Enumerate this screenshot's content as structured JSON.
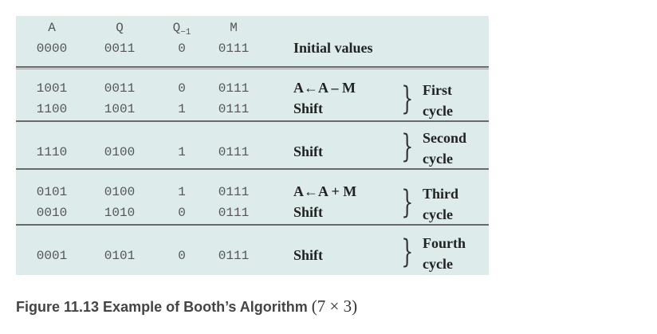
{
  "headers": {
    "a": "A",
    "q": "Q",
    "q_minus_1": "Q",
    "q_minus_1_sub": "−1",
    "m": "M"
  },
  "initial": {
    "a": "0000",
    "q": "0011",
    "q1": "0",
    "m": "0111",
    "op": "Initial values"
  },
  "cycles": [
    {
      "label1": "First",
      "label2": "cycle",
      "rows": [
        {
          "a": "1001",
          "q": "0011",
          "q1": "0",
          "m": "0111",
          "op": "A←A – M"
        },
        {
          "a": "1100",
          "q": "1001",
          "q1": "1",
          "m": "0111",
          "op": "Shift"
        }
      ]
    },
    {
      "label1": "Second",
      "label2": "cycle",
      "rows": [
        {
          "a": "1110",
          "q": "0100",
          "q1": "1",
          "m": "0111",
          "op": "Shift"
        }
      ]
    },
    {
      "label1": "Third",
      "label2": "cycle",
      "rows": [
        {
          "a": "0101",
          "q": "0100",
          "q1": "1",
          "m": "0111",
          "op": "A←A + M"
        },
        {
          "a": "0010",
          "q": "1010",
          "q1": "0",
          "m": "0111",
          "op": "Shift"
        }
      ]
    },
    {
      "label1": "Fourth",
      "label2": "cycle",
      "rows": [
        {
          "a": "0001",
          "q": "0101",
          "q1": "0",
          "m": "0111",
          "op": "Shift"
        }
      ]
    }
  ],
  "caption": {
    "text": "Figure 11.13 Example of Booth’s Algorithm ",
    "math": "(7 × 3)"
  }
}
